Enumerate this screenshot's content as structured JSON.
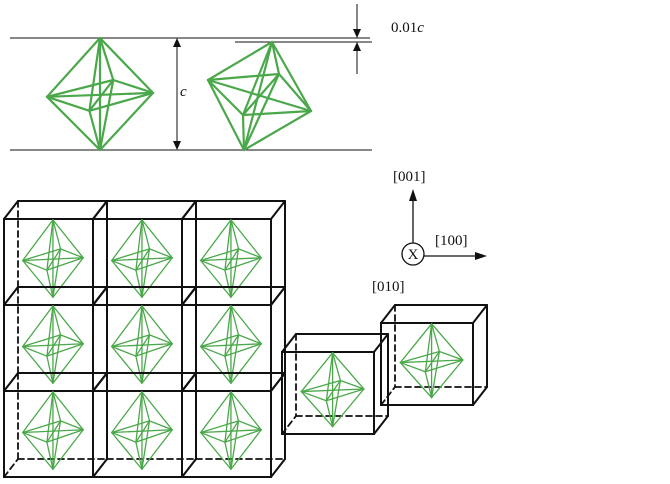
{
  "labels": {
    "offset": "0.01",
    "offset_var": "c",
    "height_var": "c",
    "axis_z": "[001]",
    "axis_x": "[100]",
    "axis_y": "[010]",
    "axis_y_symbol": "X"
  },
  "colors": {
    "octahedron": "#4aa84a",
    "frame": "#111111"
  },
  "lattice": {
    "rows": 3,
    "columns": 3,
    "extra_step_cells": 2
  }
}
